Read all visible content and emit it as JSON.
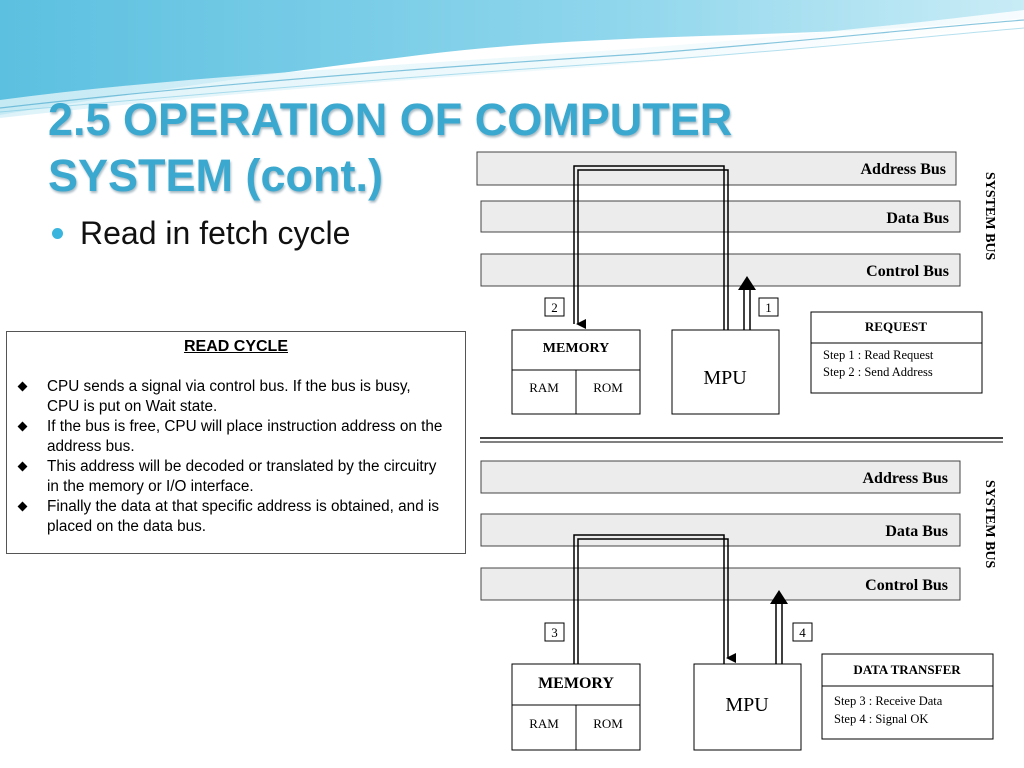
{
  "slide": {
    "title": "2.5 OPERATION OF COMPUTER SYSTEM (cont.)",
    "bullet": "Read in fetch cycle"
  },
  "read_cycle": {
    "heading": "READ CYCLE",
    "items": [
      "CPU sends a signal via control bus.  If the bus is busy, CPU is put on Wait state.",
      "If the bus is free, CPU will place instruction address on the address bus.",
      "This address will be decoded or translated by the circuitry in the memory or I/O interface.",
      "Finally the data at that specific address is obtained, and is placed on the data bus."
    ]
  },
  "diagram": {
    "top": {
      "buses": [
        "Address Bus",
        "Data Bus",
        "Control Bus"
      ],
      "system_bus_label": "SYSTEM BUS",
      "memory_label": "MEMORY",
      "ram_label": "RAM",
      "rom_label": "ROM",
      "mpu_label": "MPU",
      "step_markers": [
        "2",
        "1"
      ],
      "info_title": "REQUEST",
      "info_steps": [
        "Step 1 :  Read Request",
        "Step 2 :  Send Address"
      ]
    },
    "bottom": {
      "buses": [
        "Address Bus",
        "Data Bus",
        "Control Bus"
      ],
      "system_bus_label": "SYSTEM BUS",
      "memory_label": "MEMORY",
      "ram_label": "RAM",
      "rom_label": "ROM",
      "mpu_label": "MPU",
      "step_markers": [
        "3",
        "4"
      ],
      "info_title": "DATA TRANSFER",
      "info_steps": [
        "Step 3 :  Receive Data",
        "Step 4 :  Signal OK"
      ]
    }
  },
  "colors": {
    "title": "#3aa8cf",
    "bullet": "#3ab6de",
    "bus_fill": "#ececec"
  }
}
